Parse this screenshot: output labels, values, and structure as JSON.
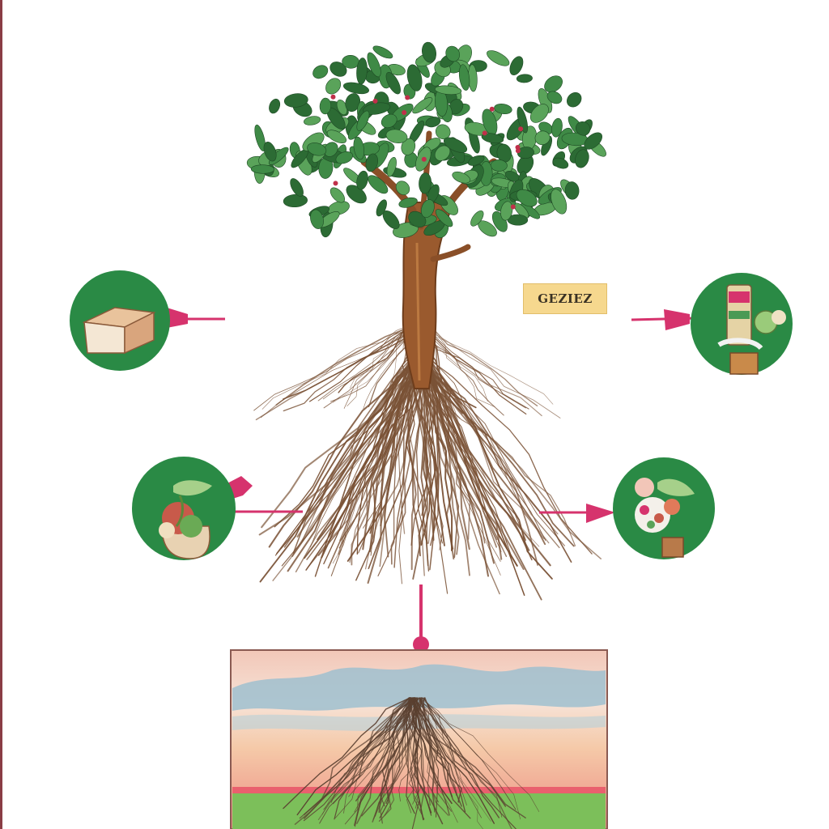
{
  "label": {
    "text": "GEZIEZ"
  },
  "colors": {
    "circle": "#2a8a45",
    "arrow": "#d6336d",
    "leaf_dark": "#2c6b34",
    "leaf_mid": "#3f8a46",
    "leaf_light": "#5aa35a",
    "trunk": "#9a5a2e",
    "root": "#7a5236",
    "panel_border": "#8a5a52",
    "ground": "#7cbf5a"
  },
  "nodes": [
    {
      "id": "box",
      "icon": "box-icon"
    },
    {
      "id": "product",
      "icon": "jar-product-icon"
    },
    {
      "id": "plant",
      "icon": "potted-plant-icon"
    },
    {
      "id": "flowers",
      "icon": "flower-bouquet-icon"
    }
  ]
}
